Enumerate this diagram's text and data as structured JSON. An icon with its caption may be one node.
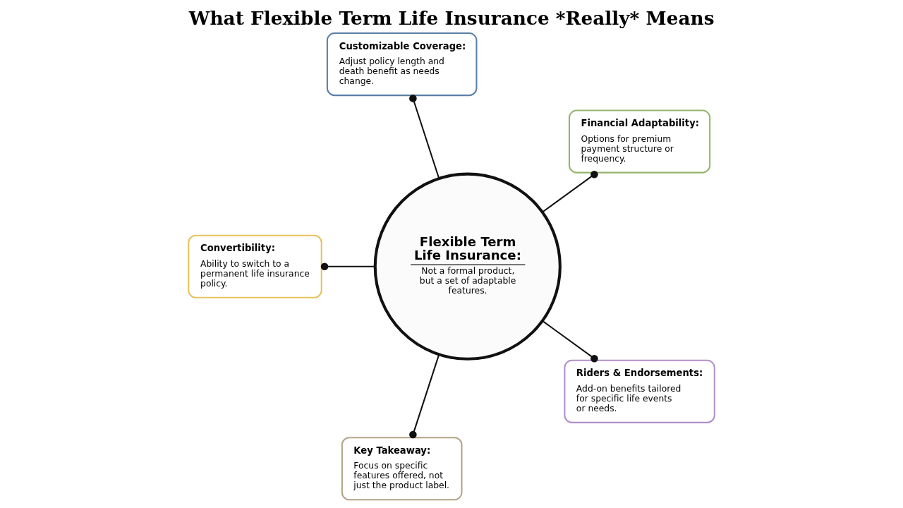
{
  "diagram": {
    "title": "What Flexible Term Life Insurance *Really* Means",
    "nodes": [
      {
        "text": [
          "Flexible Term Life Insurance:",
          "Not a formal product, but a set of adaptable features."
        ]
      },
      {
        "text": [
          "Customizable Coverage:",
          "Adjust policy length and death benefit as needs change."
        ]
      },
      {
        "text": [
          "Financial Adaptability:",
          "Options for premium payment structure or frequency."
        ]
      },
      {
        "text": [
          "Convertibility:",
          "Ability to switch to a permanent life insurance policy."
        ]
      },
      {
        "text": [
          "Riders & Endorsements:",
          "Add-on benefits tailored for specific life events or needs."
        ]
      },
      {
        "text": [
          "Key Takeaway:",
          "Focus on specific features offered, not just the product label."
        ]
      }
    ],
    "edges": [
      {
        "from": 0,
        "to": 1,
        "arrow": "other"
      },
      {
        "from": 0,
        "to": 2,
        "arrow": "other"
      },
      {
        "from": 0,
        "to": 3,
        "arrow": "other"
      },
      {
        "from": 0,
        "to": 4,
        "arrow": "other"
      },
      {
        "from": 0,
        "to": 5,
        "arrow": "other"
      }
    ]
  }
}
